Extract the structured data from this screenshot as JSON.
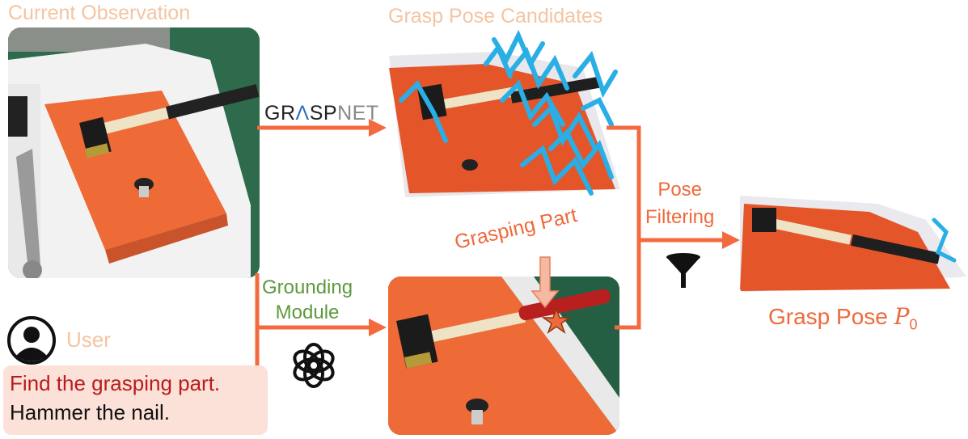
{
  "titles": {
    "current_observation": "Current Observation",
    "grasp_pose_candidates": "Grasp Pose Candidates"
  },
  "methods": {
    "graspnet_part1": "GR",
    "graspnet_part2": "SP",
    "graspnet_part3": "NET",
    "grounding_line1": "Grounding",
    "grounding_line2": "Module",
    "pose_filtering_line1": "Pose",
    "pose_filtering_line2": "Filtering"
  },
  "annotations": {
    "grasping_part": "Grasping Part"
  },
  "output": {
    "label": "Grasp Pose ",
    "symbol": "P",
    "subscript": "0"
  },
  "user": {
    "label": "User",
    "query": "Find the grasping part.",
    "task": "Hammer the nail."
  },
  "colors": {
    "arrow": "#f36a3f",
    "highlight_title": "#f5c4a0",
    "grounding": "#5c9a3c",
    "query": "#b81c1c",
    "bubble_bg": "#fbe1d8",
    "grasp_lines": "#29aee6"
  },
  "icons": [
    "user-icon",
    "openai-icon",
    "funnel-icon",
    "lambda-icon",
    "star-icon"
  ]
}
